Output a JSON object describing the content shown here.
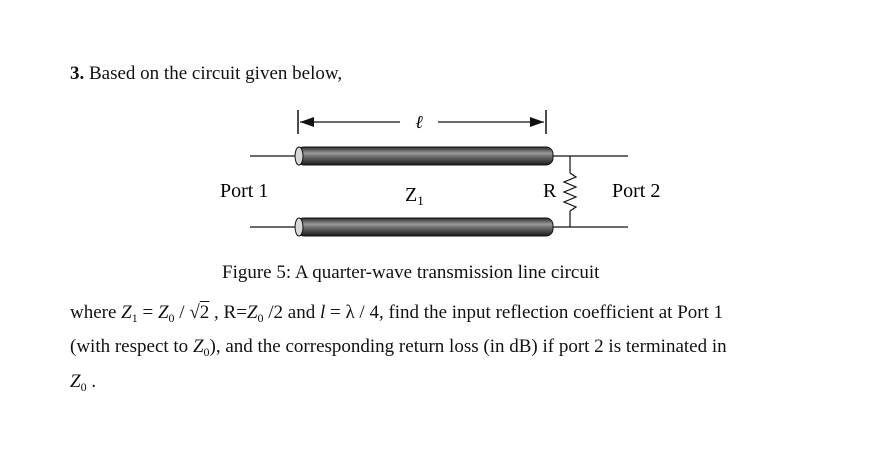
{
  "question": {
    "number": "3.",
    "intro": " Based on the circuit given below,"
  },
  "figure": {
    "length_label": "ℓ",
    "port1_label": "Port 1",
    "port2_label": "Port 2",
    "line_label_main": "Z",
    "line_label_sub": "1",
    "resistor_label": "R",
    "caption": "Figure 5: A quarter-wave transmission line circuit"
  },
  "body": {
    "w_where": "where ",
    "z": "Z",
    "sub1": "1",
    "sub0": "0",
    "eq": " = ",
    "slash": " / ",
    "sqrt_sym": "√",
    "two": "2",
    "comma_r": " , R=",
    "half": " /2  and ",
    "l": "l",
    "lambda_part": " = λ / 4",
    "rest1": ", find the input reflection coefficient at Port 1",
    "line2_a": "(with respect to ",
    "line2_b": "), and the corresponding return loss (in dB) if port 2 is terminated in",
    "line3_end": " ."
  }
}
